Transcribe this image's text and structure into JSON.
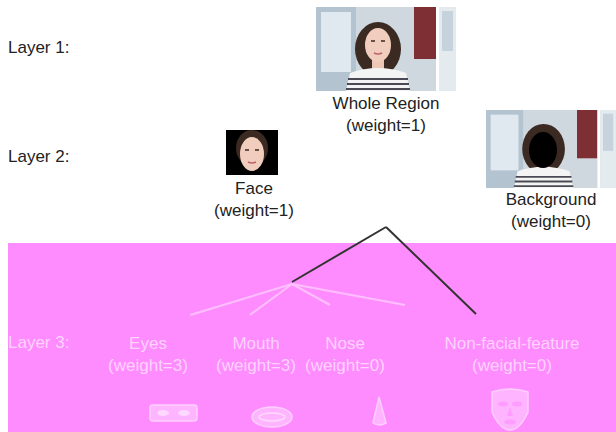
{
  "diagram": {
    "nodes": [
      {
        "text": [
          "Whole Region (weight=1)"
        ]
      },
      {
        "text": [
          "Face (weight=1)"
        ]
      },
      {
        "text": [
          "Background (weight=0)"
        ]
      },
      {
        "text": [
          "Eyes (weight=3)"
        ]
      },
      {
        "text": [
          "Mouth (weight=3)"
        ]
      },
      {
        "text": [
          "Nose (weight=0)"
        ]
      },
      {
        "text": [
          "Non-facial-feature (weight=0)"
        ]
      }
    ],
    "edges": [
      {
        "from": 0,
        "to": 1,
        "arrow": "none"
      },
      {
        "from": 0,
        "to": 2,
        "arrow": "none"
      },
      {
        "from": 1,
        "to": 3,
        "arrow": "none"
      },
      {
        "from": 1,
        "to": 4,
        "arrow": "none"
      },
      {
        "from": 1,
        "to": 5,
        "arrow": "none"
      },
      {
        "from": 1,
        "to": 6,
        "arrow": "none"
      }
    ],
    "labels": [
      "Layer 1:",
      "Layer 2:",
      "Layer 3:"
    ]
  }
}
